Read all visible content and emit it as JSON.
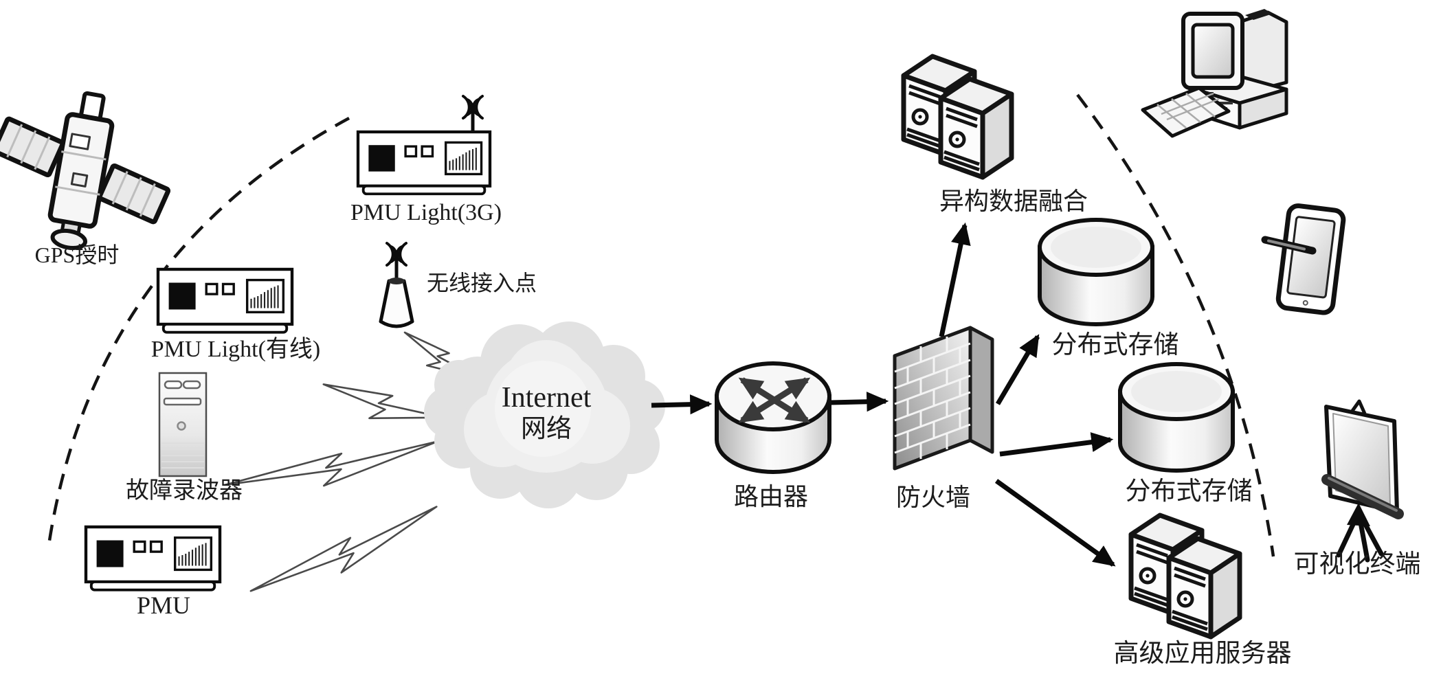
{
  "diagram": {
    "title": "WAMS network architecture diagram",
    "labels": {
      "gps": "GPS授时",
      "pmu_light_3g": "PMU Light(3G)",
      "wireless_ap": "无线接入点",
      "pmu_light_wired": "PMU Light(有线)",
      "fault_recorder": "故障录波器",
      "pmu": "PMU",
      "internet_line1": "Internet",
      "internet_line2": "网络",
      "router": "路由器",
      "firewall": "防火墙",
      "data_fusion": "异构数据融合",
      "storage_top": "分布式存储",
      "storage_bottom": "分布式存储",
      "app_server": "高级应用服务器",
      "visual_terminal": "可视化终端"
    },
    "nodes": [
      {
        "id": "gps",
        "label": "GPS授时",
        "icon": "satellite-icon"
      },
      {
        "id": "pmu_light_3g",
        "label": "PMU Light(3G)",
        "icon": "pmu-device-antenna-icon"
      },
      {
        "id": "wireless_ap",
        "label": "无线接入点",
        "icon": "antenna-icon"
      },
      {
        "id": "pmu_light_wired",
        "label": "PMU Light(有线)",
        "icon": "pmu-device-icon"
      },
      {
        "id": "fault_recorder",
        "label": "故障录波器",
        "icon": "tower-pc-icon"
      },
      {
        "id": "pmu",
        "label": "PMU",
        "icon": "pmu-device-icon"
      },
      {
        "id": "internet",
        "label": "Internet 网络",
        "icon": "cloud-icon"
      },
      {
        "id": "router",
        "label": "路由器",
        "icon": "router-icon"
      },
      {
        "id": "firewall",
        "label": "防火墙",
        "icon": "firewall-icon"
      },
      {
        "id": "data_fusion",
        "label": "异构数据融合",
        "icon": "server-pair-icon"
      },
      {
        "id": "storage_top",
        "label": "分布式存储",
        "icon": "database-cylinder-icon"
      },
      {
        "id": "storage_bottom",
        "label": "分布式存储",
        "icon": "database-cylinder-icon"
      },
      {
        "id": "app_server",
        "label": "高级应用服务器",
        "icon": "server-pair-icon"
      },
      {
        "id": "visual_desktop",
        "label": "",
        "icon": "desktop-computer-icon"
      },
      {
        "id": "visual_tablet",
        "label": "",
        "icon": "tablet-stylus-icon"
      },
      {
        "id": "visual_screen",
        "label": "可视化终端",
        "icon": "projector-screen-icon"
      }
    ],
    "connections": [
      {
        "from": "pmu_light_wired",
        "to": "internet",
        "style": "lightning"
      },
      {
        "from": "wireless_ap",
        "to": "internet",
        "style": "lightning"
      },
      {
        "from": "fault_recorder",
        "to": "internet",
        "style": "lightning"
      },
      {
        "from": "pmu",
        "to": "internet",
        "style": "lightning"
      },
      {
        "from": "internet",
        "to": "router",
        "style": "arrow"
      },
      {
        "from": "router",
        "to": "firewall",
        "style": "arrow"
      },
      {
        "from": "firewall",
        "to": "data_fusion",
        "style": "arrow"
      },
      {
        "from": "firewall",
        "to": "storage_top",
        "style": "arrow"
      },
      {
        "from": "firewall",
        "to": "storage_bottom",
        "style": "arrow"
      },
      {
        "from": "firewall",
        "to": "app_server",
        "style": "arrow"
      },
      {
        "from": "app_server",
        "to": "visual_screen",
        "style": "up-arrow"
      }
    ],
    "zones": [
      {
        "name": "field-devices-boundary",
        "style": "dashed-arc",
        "side": "left"
      },
      {
        "name": "visualization-boundary",
        "style": "dashed-arc",
        "side": "right"
      }
    ],
    "colors": {
      "background": "#ffffff",
      "line": "#0a0a0a",
      "label": "#1c1c1c",
      "lightning": "#4a4a4a",
      "cloud_fill": "#e2e2e2",
      "icon_fill": "#f5f5f5",
      "icon_shade": "#dcdcdc",
      "firewall_dark": "#8d8d8d",
      "router_arrows": "#3a3a3a"
    }
  }
}
